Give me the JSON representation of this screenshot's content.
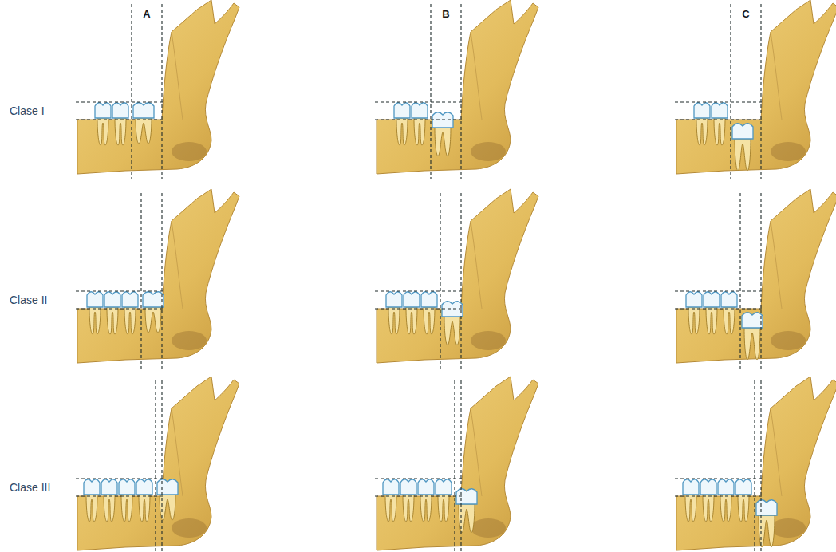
{
  "diagram": {
    "labels": [
      "A",
      "B",
      "C",
      "Clase I",
      "Clase II",
      "Clase III"
    ]
  }
}
